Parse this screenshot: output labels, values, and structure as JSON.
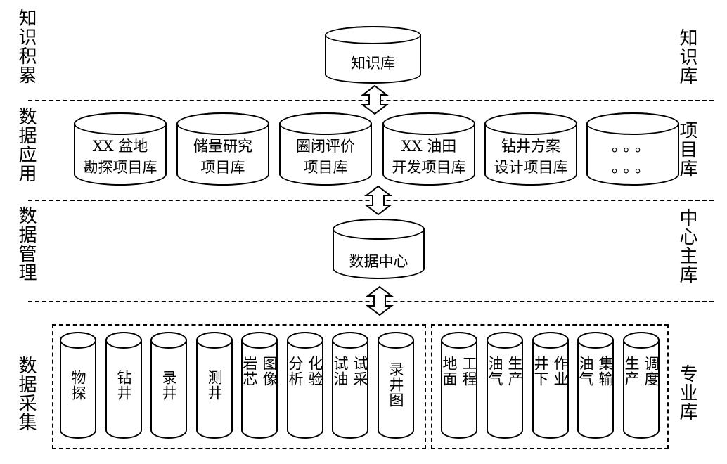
{
  "left_labels": {
    "knowledge": "知识积累",
    "application": "数据应用",
    "management": "数据管理",
    "collection": "数据采集"
  },
  "right_labels": {
    "knowledge_base": "知识库",
    "project_base": "项目库",
    "center_base": "中心主库",
    "special_base": "专业库"
  },
  "knowledge_db": {
    "lines": [
      "知识库"
    ]
  },
  "project_dbs": [
    {
      "lines": [
        "XX 盆地",
        "勘探项目库"
      ]
    },
    {
      "lines": [
        "储量研究",
        "项目库"
      ]
    },
    {
      "lines": [
        "圈闭评价",
        "项目库"
      ]
    },
    {
      "lines": [
        "XX 油田",
        "开发项目库"
      ]
    },
    {
      "lines": [
        "钻井方案",
        "设计项目库"
      ]
    },
    {
      "lines": [
        "。。。",
        "。。。"
      ]
    }
  ],
  "data_center": {
    "lines": [
      "数据中心"
    ]
  },
  "collection_group1": [
    {
      "cols": [
        "物探"
      ]
    },
    {
      "cols": [
        "钻井"
      ]
    },
    {
      "cols": [
        "录井"
      ]
    },
    {
      "cols": [
        "测井"
      ]
    },
    {
      "cols": [
        "岩芯",
        "图像"
      ]
    },
    {
      "cols": [
        "分析",
        "化验"
      ]
    },
    {
      "cols": [
        "试油",
        "试采"
      ]
    },
    {
      "cols": [
        "录井图"
      ]
    }
  ],
  "collection_group2": [
    {
      "cols": [
        "地面",
        "工程"
      ]
    },
    {
      "cols": [
        "油气",
        "生产"
      ]
    },
    {
      "cols": [
        "井下",
        "作业"
      ]
    },
    {
      "cols": [
        "油气",
        "集输"
      ]
    },
    {
      "cols": [
        "生产",
        "调度"
      ]
    }
  ]
}
